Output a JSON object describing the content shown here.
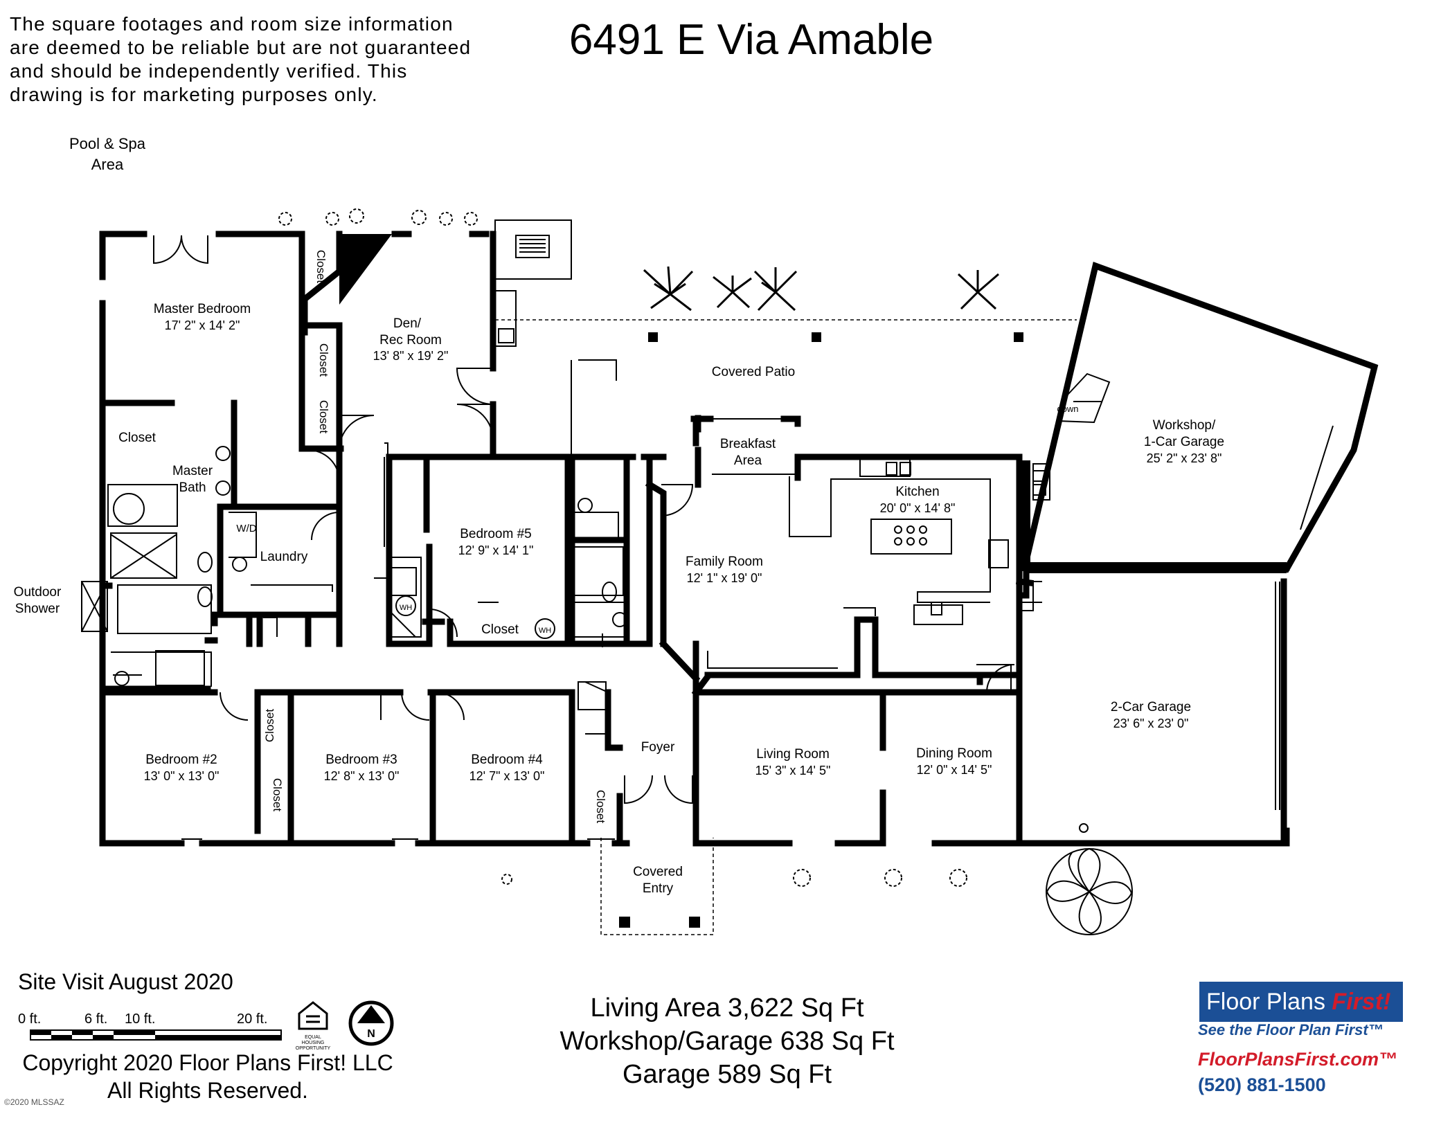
{
  "disclaimer": "The square footages and room size information\nare deemed to be reliable but are not guaranteed\nand should be independently verified. This\ndrawing is for marketing purposes only.",
  "title": "6491 E Via Amable",
  "labels": {
    "pool": [
      "Pool & Spa",
      "Area"
    ],
    "master_bedroom": [
      "Master Bedroom",
      "17' 2\" x 14' 2\""
    ],
    "den": [
      "Den/",
      "Rec Room",
      "13' 8\" x 19' 2\""
    ],
    "closet": "Closet",
    "covered_patio": "Covered Patio",
    "breakfast": [
      "Breakfast",
      "Area"
    ],
    "workshop": [
      "Workshop/",
      "1-Car Garage",
      "25' 2\" x 23' 8\""
    ],
    "down": "down",
    "kitchen": [
      "Kitchen",
      "20' 0\" x 14' 8\""
    ],
    "master_bath": [
      "Master",
      "Bath"
    ],
    "wd": "W/D",
    "laundry": "Laundry",
    "bedroom5": [
      "Bedroom #5",
      "12' 9\" x 14' 1\""
    ],
    "family_room": [
      "Family Room",
      "12' 1\" x 19' 0\""
    ],
    "outdoor_shower": [
      "Outdoor",
      "Shower"
    ],
    "wh": "WH",
    "garage2": [
      "2-Car Garage",
      "23' 6\" x 23' 0\""
    ],
    "bedroom2": [
      "Bedroom #2",
      "13' 0\" x 13' 0\""
    ],
    "bedroom3": [
      "Bedroom #3",
      "12' 8\" x 13' 0\""
    ],
    "bedroom4": [
      "Bedroom #4",
      "12' 7\" x 13' 0\""
    ],
    "foyer": "Foyer",
    "living_room": [
      "Living Room",
      "15' 3\" x 14' 5\""
    ],
    "dining_room": [
      "Dining Room",
      "12' 0\" x 14' 5\""
    ],
    "covered_entry": [
      "Covered",
      "Entry"
    ],
    "compass": "N"
  },
  "site_visit": "Site Visit August 2020",
  "scale": {
    "t0": "0 ft.",
    "t6": "6 ft.",
    "t10": "10 ft.",
    "t20": "20 ft."
  },
  "eho_text": [
    "EQUAL",
    "HOUSING",
    "OPPORTUNITY"
  ],
  "copyright": [
    "Copyright 2020 Floor Plans First! LLC",
    "All Rights Reserved."
  ],
  "mark": "©2020 MLSSAZ",
  "areas": [
    "Living Area 3,622 Sq Ft",
    "Workshop/Garage 638 Sq Ft",
    "Garage 589 Sq Ft"
  ],
  "brand": {
    "name_a": "Floor Plans",
    "name_b": "First!",
    "tagline": "See the Floor Plan First™",
    "url": "FloorPlansFirst.com™",
    "phone": "(520) 881-1500",
    "blue": "#1b4f96",
    "red": "#d31c2a"
  }
}
